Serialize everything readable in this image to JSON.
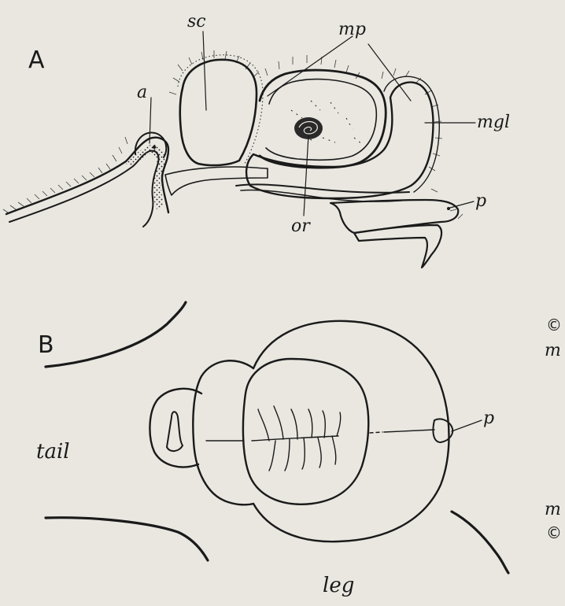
{
  "panel_a": {
    "letter": "A",
    "labels": {
      "sc": "sc",
      "mp": "mp",
      "a": "a",
      "mgl": "mgl",
      "or": "or",
      "p": "p"
    }
  },
  "panel_b": {
    "letter": "B",
    "labels": {
      "tail": "tail",
      "leg": "leg",
      "p": "p"
    }
  },
  "margin_marks": {
    "top_copyright": "©",
    "top_m": "m",
    "bottom_m": "m",
    "bottom_copyright": "©"
  }
}
